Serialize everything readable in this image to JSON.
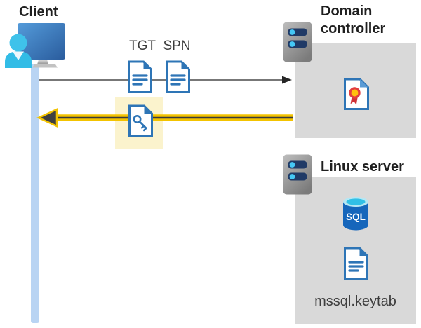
{
  "client": {
    "title": "Client",
    "icon": "user-computer-icon"
  },
  "flow": {
    "tgt_label": "TGT",
    "spn_label": "SPN",
    "request_arrow": "thin-gray-right-arrow",
    "response_arrow": "thick-yellow-left-arrow",
    "ticket_icons": [
      "document-icon",
      "document-icon",
      "key-document-icon"
    ]
  },
  "domain_controller": {
    "title_line1": "Domain",
    "title_line2": "controller",
    "server_icon": "server-icon",
    "content_icon": "certificate-icon"
  },
  "linux_server": {
    "title": "Linux server",
    "server_icon": "server-icon",
    "sql_label": "SQL",
    "sql_icon": "sql-database-icon",
    "file_icon": "document-icon",
    "keytab_label": "mssql.keytab"
  },
  "colors": {
    "doc_blue": "#2e75b6",
    "panel_gray": "#d9d9d9",
    "highlight_yellow": "#fbf3cd",
    "arrow_yellow": "#f3c300",
    "timeline_blue": "#b9d4f3",
    "person_cyan": "#35bfe8",
    "server_bar_navy": "#203a66",
    "cert_red": "#df3a3e",
    "cert_gold": "#ffc10e",
    "sql_blue": "#1666bb"
  }
}
